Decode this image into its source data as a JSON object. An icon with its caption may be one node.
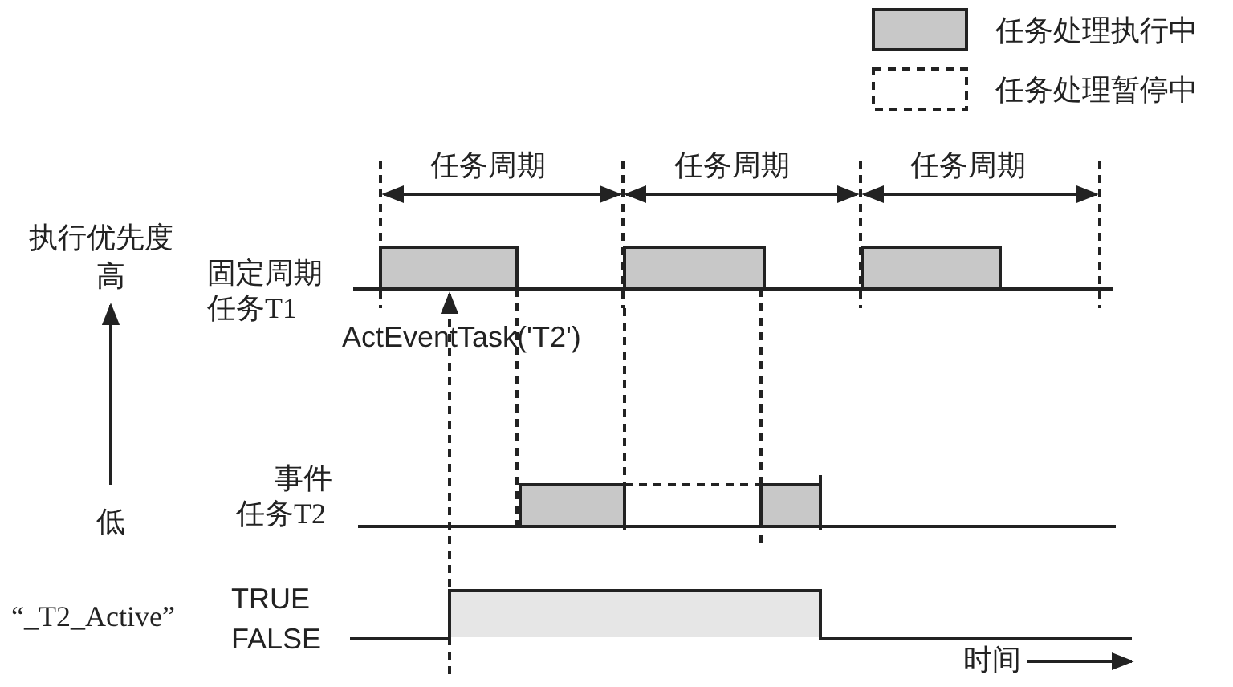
{
  "diagram": {
    "labels": [
      "任务周期",
      "任务周期",
      "任务周期",
      "执行优先度",
      "高",
      "固定周期任务T1",
      "ActEventTask('T2')",
      "事件任务T2",
      "低",
      "“_T2_Active”",
      "TRUE",
      "FALSE",
      "时间"
    ],
    "legend": [
      {
        "text": "任务处理执行中",
        "color": "#c8c8c8"
      },
      {
        "text": "任务处理暂停中"
      }
    ]
  }
}
